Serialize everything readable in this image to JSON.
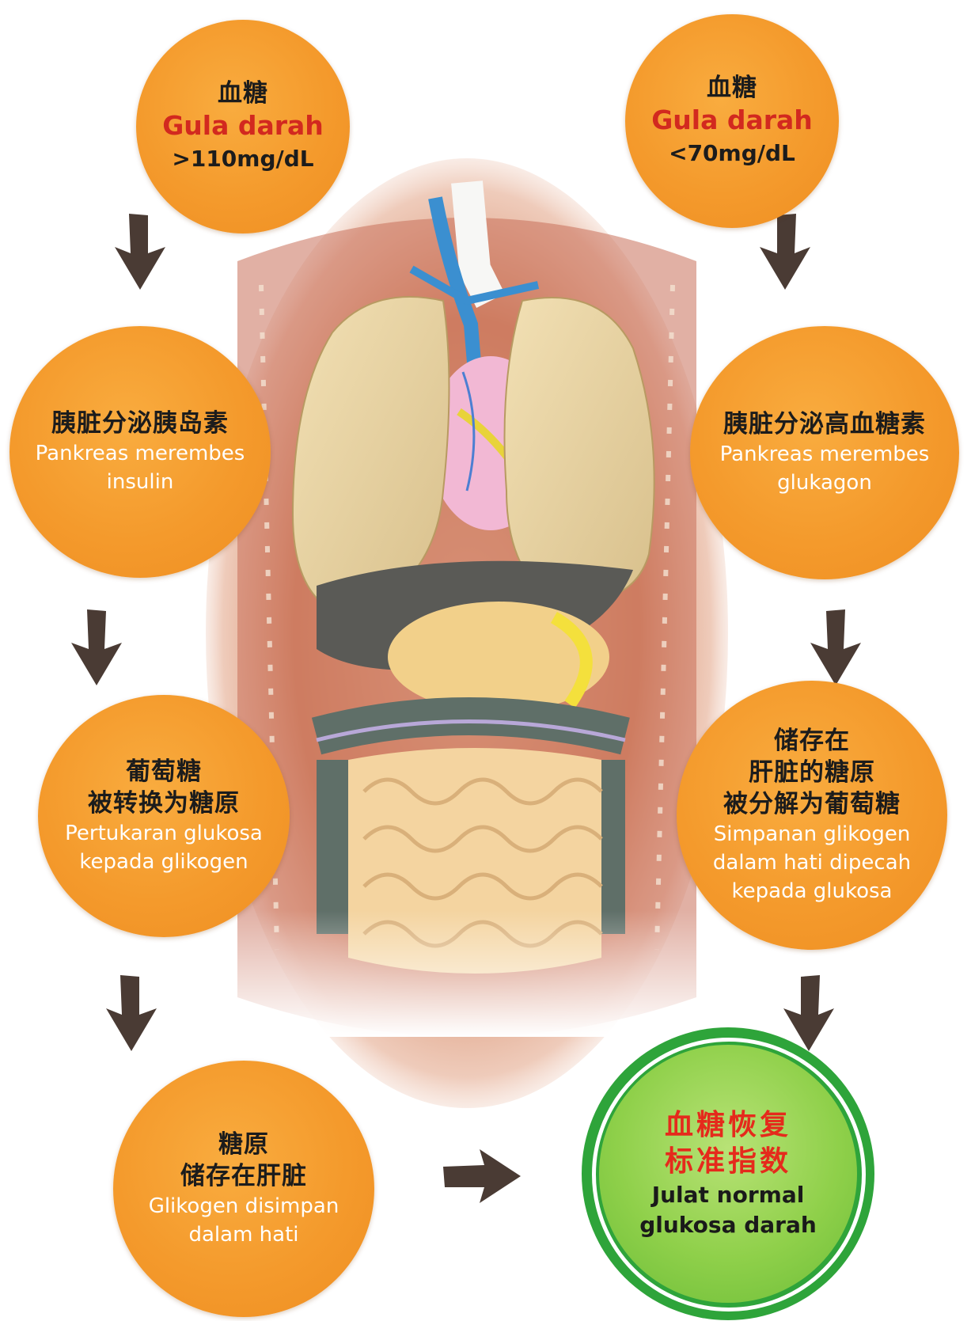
{
  "colors": {
    "circle_orange": "#f49a2c",
    "arrow_brown": "#4a3b34",
    "highlight_red": "#d2291f",
    "result_green": "#2ea43a"
  },
  "left_flow": {
    "step1": {
      "zh": "血糖",
      "ms": "Gula darah",
      "value": ">110mg/dL"
    },
    "step2": {
      "zh": "胰脏分泌胰岛素",
      "ms": [
        "Pankreas merembes",
        "insulin"
      ]
    },
    "step3": {
      "zh": [
        "葡萄糖",
        "被转换为糖原"
      ],
      "ms": [
        "Pertukaran glukosa",
        "kepada glikogen"
      ]
    },
    "step4": {
      "zh": [
        "糖原",
        "储存在肝脏"
      ],
      "ms": [
        "Glikogen disimpan",
        "dalam hati"
      ]
    }
  },
  "right_flow": {
    "step1": {
      "zh": "血糖",
      "ms": "Gula darah",
      "value": "<70mg/dL"
    },
    "step2": {
      "zh": "胰脏分泌高血糖素",
      "ms": [
        "Pankreas merembes",
        "glukagon"
      ]
    },
    "step3": {
      "zh": [
        "储存在",
        "肝脏的糖原",
        "被分解为葡萄糖"
      ],
      "ms": [
        "Simpanan glikogen",
        "dalam hati dipecah",
        "kepada glukosa"
      ]
    }
  },
  "result": {
    "zh": [
      "血糖恢复",
      "标准指数"
    ],
    "ms": [
      "Julat normal",
      "glukosa darah"
    ]
  }
}
